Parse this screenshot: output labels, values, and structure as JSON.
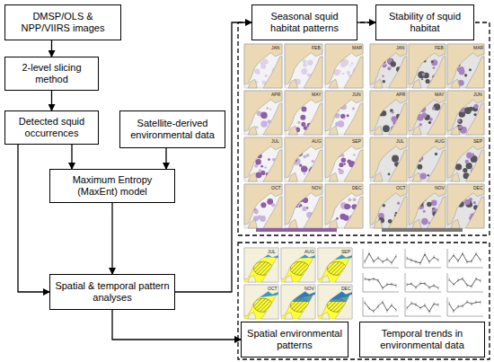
{
  "diagram": {
    "nodes": [
      {
        "text": [
          "DMSP/OLS & NPP/VIIRS images"
        ]
      },
      {
        "text": [
          "2-level slicing method"
        ]
      },
      {
        "text": [
          "Detected squid occurrences"
        ]
      },
      {
        "text": [
          "Satellite-derived environmental data"
        ]
      },
      {
        "text": [
          "Maximum Entropy (MaxEnt) model"
        ]
      },
      {
        "text": [
          "Spatial & temporal pattern analyses"
        ]
      },
      {
        "text": [
          "Seasonal squid habitat patterns"
        ]
      },
      {
        "text": [
          "Stability of squid habitat"
        ]
      },
      {
        "text": [
          "Spatial environmental patterns"
        ]
      },
      {
        "text": [
          "Temporal trends in environmental data"
        ]
      }
    ],
    "edges": [
      {
        "from": 0,
        "to": 1,
        "arrow": "to"
      },
      {
        "from": 1,
        "to": 2,
        "arrow": "to"
      },
      {
        "from": 2,
        "to": 4,
        "arrow": "to"
      },
      {
        "from": 3,
        "to": 4,
        "arrow": "to"
      },
      {
        "from": 4,
        "to": 5,
        "arrow": "to"
      },
      {
        "from": 2,
        "to": 5,
        "arrow": "to"
      },
      {
        "from": 5,
        "to": 6,
        "arrow": "to"
      },
      {
        "from": 6,
        "to": 7,
        "arrow": "to"
      },
      {
        "from": 5,
        "to": 8,
        "arrow": "to"
      }
    ],
    "labels": [
      "JAN",
      "FEB",
      "MAR",
      "APR",
      "MAY",
      "JUN",
      "JUL",
      "AUG",
      "SEP",
      "OCT",
      "NOV",
      "DEC",
      "JAN",
      "FEB",
      "MAR",
      "APR",
      "MAY",
      "JUN",
      "JUL",
      "AUG",
      "SEP",
      "OCT",
      "NOV",
      "DEC",
      "JUL",
      "AUG",
      "SEP",
      "OCT",
      "NOV",
      "DEC"
    ]
  }
}
